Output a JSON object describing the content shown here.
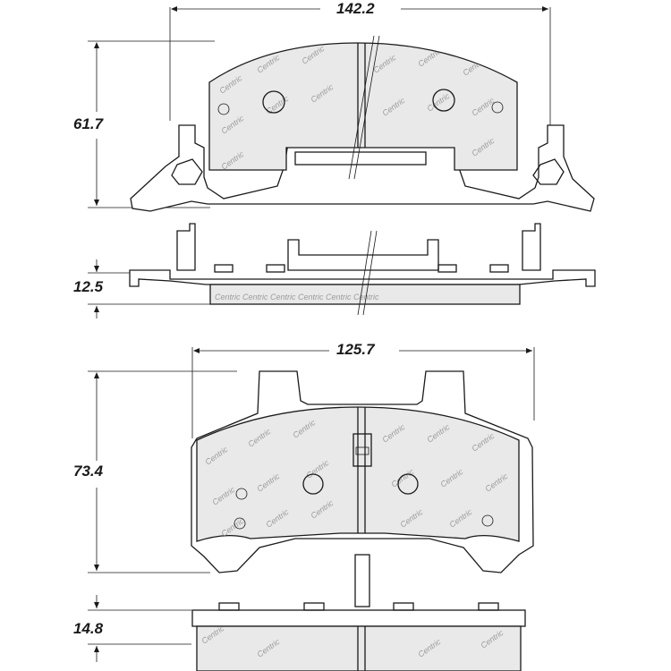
{
  "dimensions": {
    "top_width": "142.2",
    "top_height": "61.7",
    "top_thickness": "12.5",
    "bottom_width": "125.7",
    "bottom_height": "73.4",
    "bottom_thickness": "14.8"
  },
  "watermark": {
    "brand_text": "Centric"
  },
  "colors": {
    "line": "#1a1a1a",
    "pad_fill": "#e9e9e9",
    "watermark": "#9a9a9a"
  }
}
